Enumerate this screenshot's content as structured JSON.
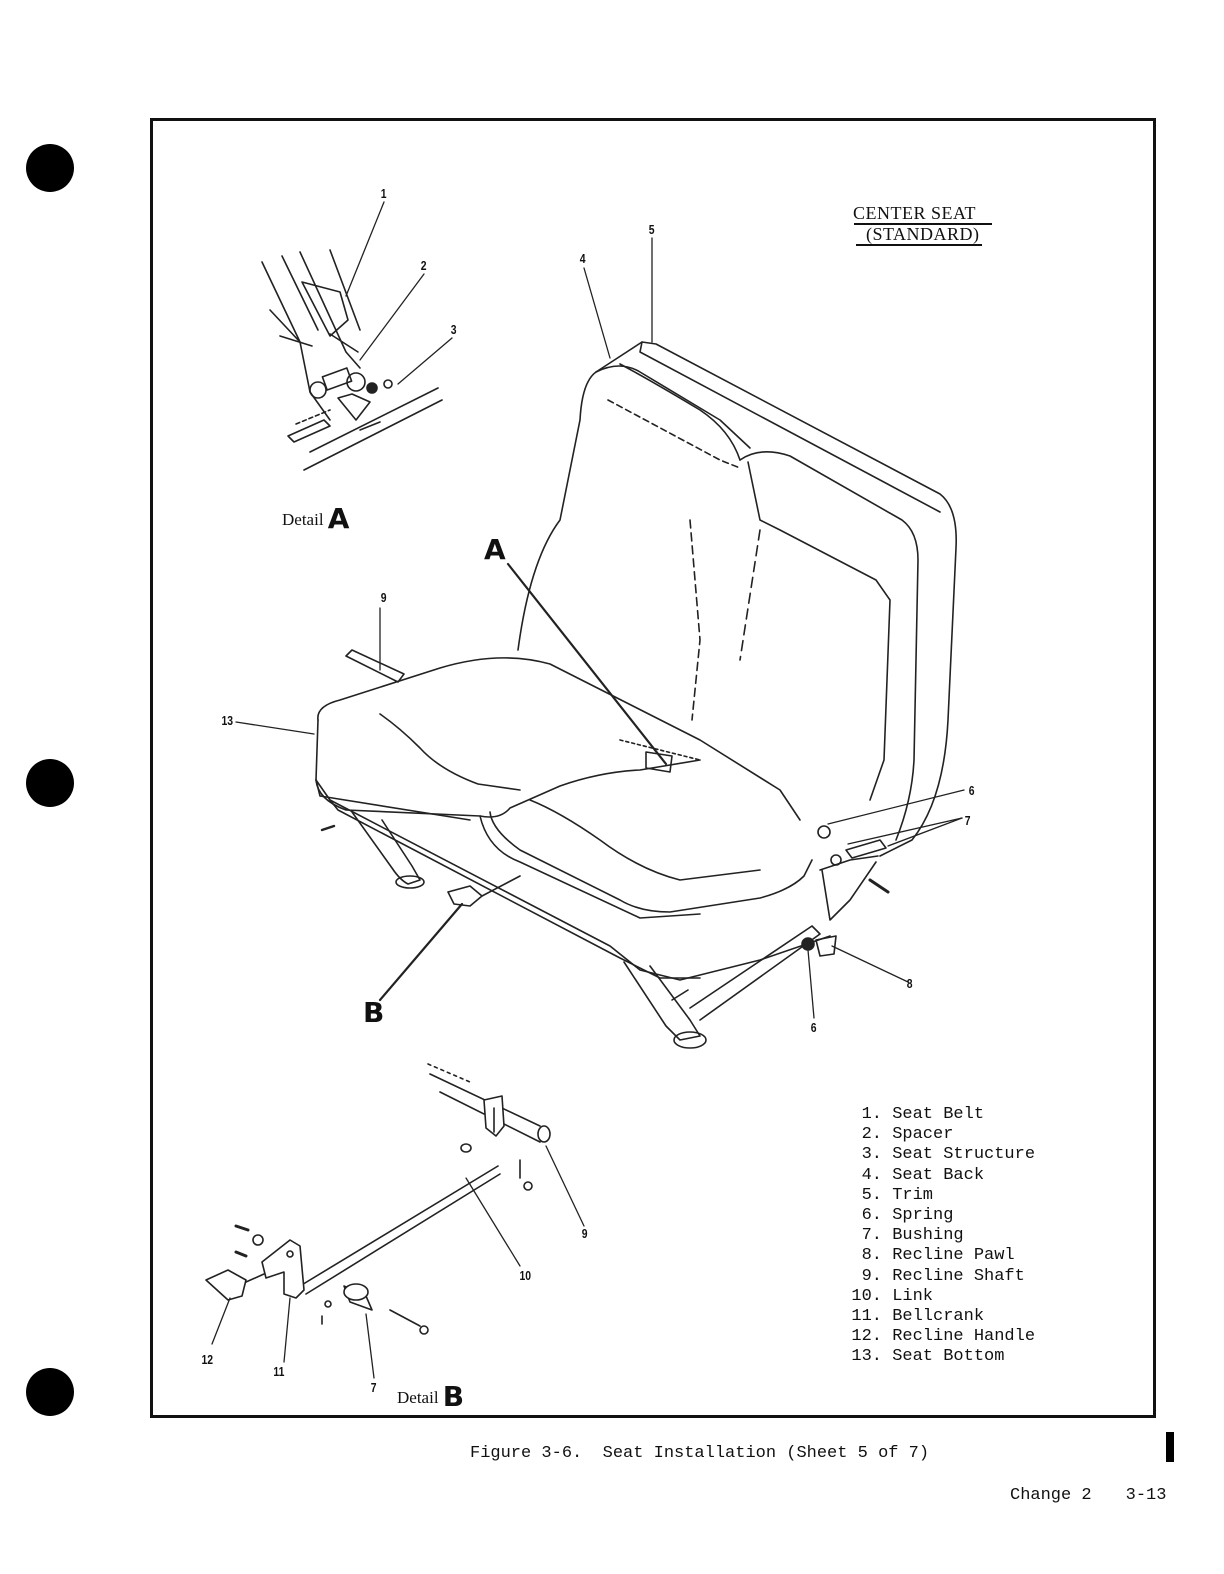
{
  "view": {
    "title_line1": "CENTER SEAT",
    "title_line2": "(STANDARD)"
  },
  "details": {
    "a_prefix": "Detail",
    "a_letter": "A",
    "b_prefix": "Detail",
    "b_letter": "B"
  },
  "callouts": {
    "a": "A",
    "b": "B"
  },
  "index_numbers": {
    "d_a_1": "1",
    "d_a_2": "2",
    "d_a_3": "3",
    "m_4": "4",
    "m_5": "5",
    "m_9": "9",
    "m_13": "13",
    "m_6a": "6",
    "m_7": "7",
    "m_8": "8",
    "m_6b": "6",
    "d_b_9": "9",
    "d_b_10": "10",
    "d_b_12": "12",
    "d_b_11": "11",
    "d_b_7": "7"
  },
  "legend": [
    {
      "num": "1.",
      "label": "Seat Belt"
    },
    {
      "num": "2.",
      "label": "Spacer"
    },
    {
      "num": "3.",
      "label": "Seat Structure"
    },
    {
      "num": "4.",
      "label": "Seat Back"
    },
    {
      "num": "5.",
      "label": "Trim"
    },
    {
      "num": "6.",
      "label": "Spring"
    },
    {
      "num": "7.",
      "label": "Bushing"
    },
    {
      "num": "8.",
      "label": "Recline Pawl"
    },
    {
      "num": "9.",
      "label": "Recline Shaft"
    },
    {
      "num": "10.",
      "label": "Link"
    },
    {
      "num": "11.",
      "label": "Bellcrank"
    },
    {
      "num": "12.",
      "label": "Recline Handle"
    },
    {
      "num": "13.",
      "label": "Seat Bottom"
    }
  ],
  "caption": "Figure 3-6.  Seat Installation (Sheet 5 of 7)",
  "footer": {
    "change": "Change 2",
    "page": "3-13"
  }
}
